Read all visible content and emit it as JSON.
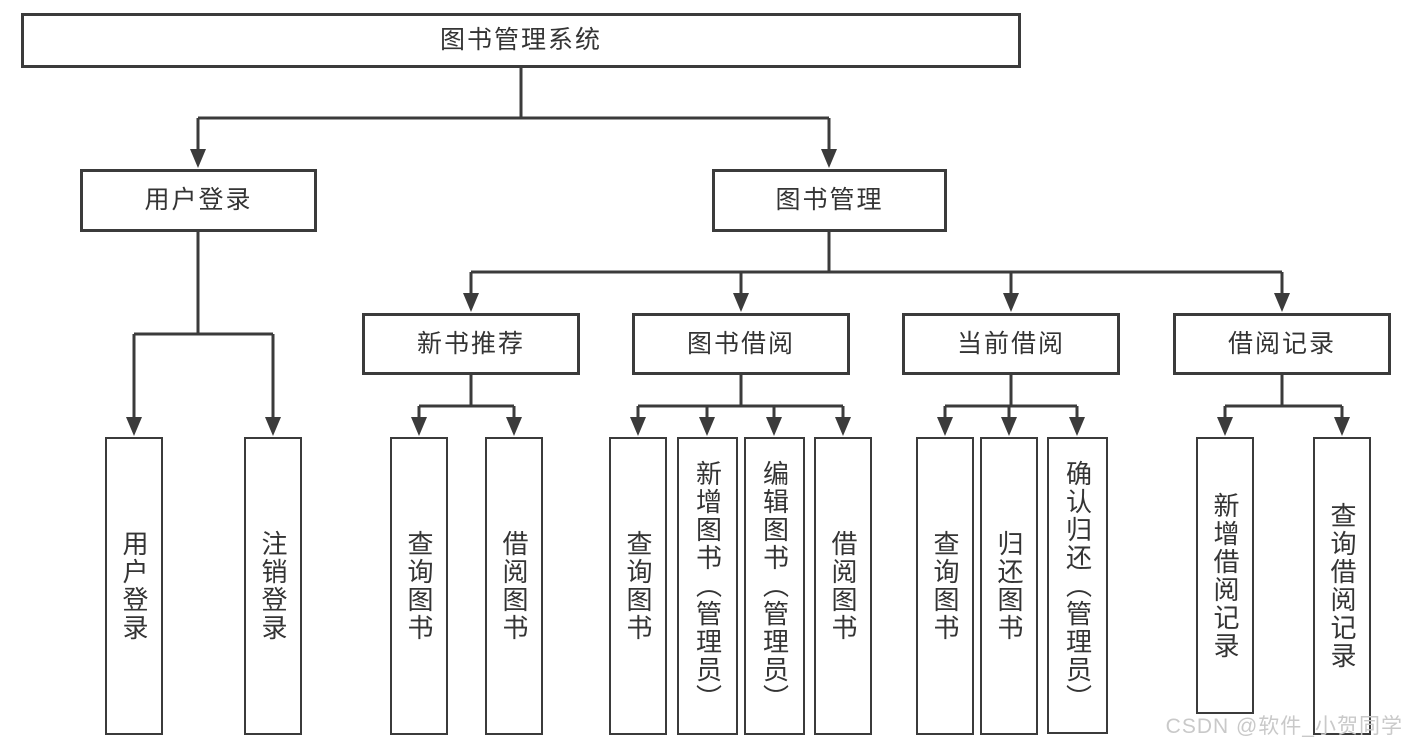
{
  "diagram": {
    "type": "hierarchy",
    "title": "图书管理系统"
  },
  "nodes": {
    "root": "图书管理系统",
    "login": {
      "label": "用户登录",
      "children": [
        "用户登录",
        "注销登录"
      ]
    },
    "management": {
      "label": "图书管理"
    },
    "recommend": {
      "label": "新书推荐",
      "children": [
        "查询图书",
        "借阅图书"
      ]
    },
    "borrow": {
      "label": "图书借阅",
      "children": [
        "查询图书",
        "新增图书（管理员）",
        "编辑图书（管理员）",
        "借阅图书"
      ]
    },
    "current": {
      "label": "当前借阅",
      "children": [
        "查询图书",
        "归还图书",
        "确认归还（管理员）"
      ]
    },
    "records": {
      "label": "借阅记录",
      "children": [
        "新增借阅记录",
        "查询借阅记录"
      ]
    }
  },
  "watermark": "CSDN @软件_小贺同学",
  "colors": {
    "line": "#3b3b3b",
    "text": "#343434",
    "watermark": "#c9c9c9",
    "background": "#ffffff"
  }
}
